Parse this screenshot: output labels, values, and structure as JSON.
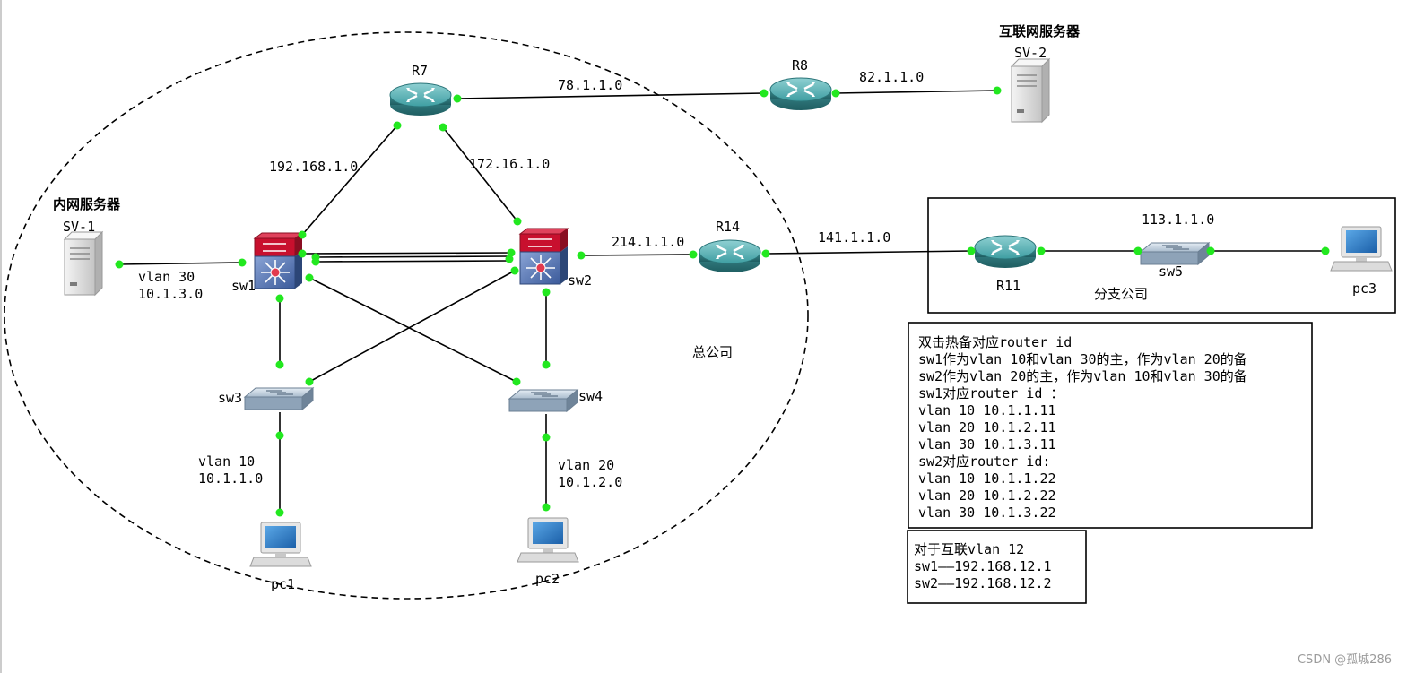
{
  "devices": {
    "r7": "R7",
    "r8": "R8",
    "r14": "R14",
    "r11": "R11",
    "sw1": "sw1",
    "sw2": "sw2",
    "sw3": "sw3",
    "sw4": "sw4",
    "sw5": "sw5",
    "pc1": "pc1",
    "pc2": "pc2",
    "pc3": "pc3",
    "sv1": "SV-1",
    "sv2": "SV-2"
  },
  "server_titles": {
    "internal": "内网服务器",
    "internet": "互联网服务器"
  },
  "networks": {
    "r7_r8": "78.1.1.0",
    "r8_sv2": "82.1.1.0",
    "r7_sw1": "192.168.1.0",
    "r7_sw2": "172.16.1.0",
    "sw2_r14": "214.1.1.0",
    "r14_r11": "141.1.1.0",
    "branch": "113.1.1.0",
    "vlan30": "vlan 30",
    "vlan30_net": "10.1.3.0",
    "vlan10": "vlan 10",
    "vlan10_net": "10.1.1.0",
    "vlan20": "vlan 20",
    "vlan20_net": "10.1.2.0"
  },
  "areas": {
    "hq": "总公司",
    "branch": "分支公司"
  },
  "notes": {
    "hsrp_lines": [
      "双击热备对应router id",
      "sw1作为vlan 10和vlan 30的主，作为vlan 20的备",
      "sw2作为vlan 20的主，作为vlan 10和vlan 30的备",
      "sw1对应router id ：",
      "vlan 10 10.1.1.11",
      "vlan 20 10.1.2.11",
      "vlan 30 10.1.3.11",
      "sw2对应router id:",
      "vlan 10 10.1.1.22",
      "vlan 20 10.1.2.22",
      "vlan 30 10.1.3.22"
    ],
    "interconnect_lines": [
      "对于互联vlan 12",
      "sw1——192.168.12.1",
      "sw2——192.168.12.2"
    ]
  },
  "watermark": "CSDN @孤城286",
  "colors": {
    "port": "#22e81f",
    "router_body": "#3f8f92",
    "l3_switch_top": "#c8102e",
    "l3_switch_body": "#5a78b4",
    "l2_switch": "#8aa0b8"
  }
}
